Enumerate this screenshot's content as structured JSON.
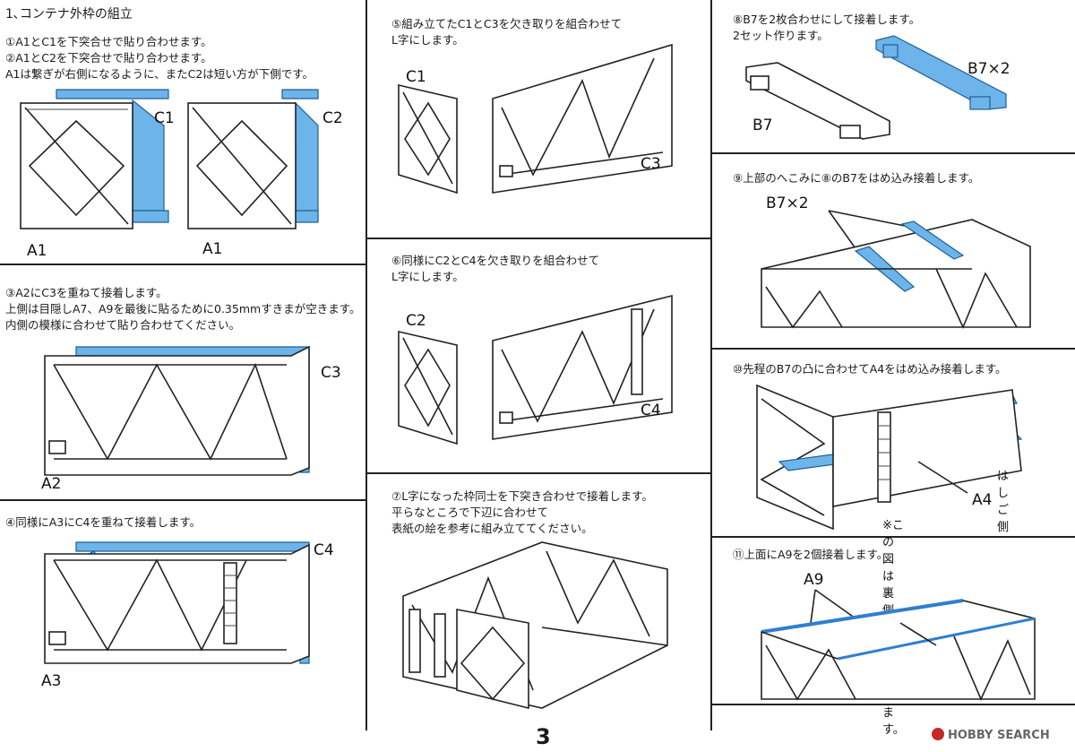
{
  "section_title": "1､コンテナ外枠の組立",
  "steps": {
    "s1_2": [
      "①A1とC1を下突合せで貼り合わせます。",
      "②A1とC2を下突合せで貼り合わせます。",
      "A1は繋ぎが右側になるように、またC2は短い方が下側です。"
    ],
    "s3": [
      "③A2にC3を重ねて接着します。",
      "上側は目隠しA7、A9を最後に貼るために0.35mmすきまが空きます。",
      "内側の模様に合わせて貼り合わせてください。"
    ],
    "s4": [
      "④同様にA3にC4を重ねて接着します。"
    ],
    "s5": [
      "⑤組み立てたC1とC3を欠き取りを組合わせて",
      "L字にします。"
    ],
    "s6": [
      "⑥同様にC2とC4を欠き取りを組合わせて",
      "L字にします。"
    ],
    "s7": [
      "⑦L字になった枠同士を下突き合わせで接着します。",
      "平らなところで下辺に合わせて",
      "表紙の絵を参考に組み立ててください。"
    ],
    "s8": [
      "⑧B7を2枚合わせにして接着します。",
      "2セット作ります。"
    ],
    "s9": [
      "⑨上部のへこみに⑧のB7をはめ込み接着します。"
    ],
    "s10": [
      "⑩先程のB7の凸に合わせてA4をはめ込み接着します。"
    ],
    "s11": [
      "⑪上面にA9を2個接着します。"
    ]
  },
  "labels": {
    "C1": "C1",
    "C2": "C2",
    "C3": "C3",
    "C4": "C4",
    "A1": "A1",
    "A2": "A2",
    "A3": "A3",
    "A4": "A4",
    "A9": "A9",
    "B7": "B7",
    "B7x2": "B7×2",
    "ladder_side": "はしご側",
    "back_note": "※この図は裏側から見ています。"
  },
  "page_number": "3",
  "brand": "HOBBY SEARCH",
  "colors": {
    "part_blue": "#6cb4ea",
    "line": "#222222"
  }
}
